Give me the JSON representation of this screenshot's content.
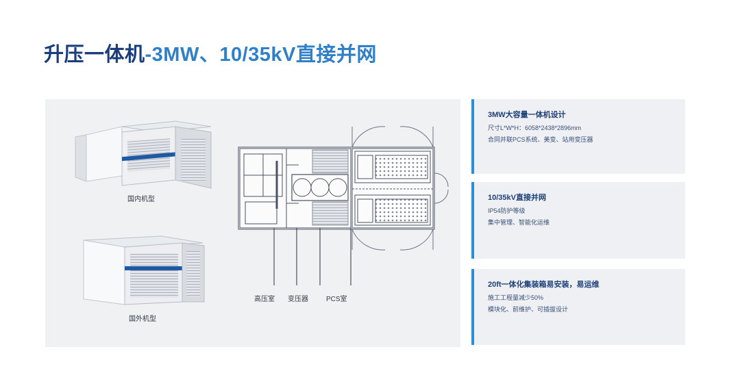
{
  "title": {
    "main": "升压一体机",
    "sub": "-3MW、10/35kV直接并网"
  },
  "figure": {
    "label_domestic": "国内机型",
    "label_overseas": "国外机型",
    "label_hv": "高压室",
    "label_transformer": "变压器",
    "label_pcs": "PCS室"
  },
  "cards": [
    {
      "heading": "3MW大容量一体机设计",
      "lines": [
        "尺寸L*W*H：6058*2438*2896mm",
        "合同并联PCS系统、美变、站用变压器"
      ]
    },
    {
      "heading": "10/35kV直接并网",
      "lines": [
        "IP54防护等级",
        "集中管理、智能化运维"
      ]
    },
    {
      "heading": "20ft一体化集装箱易安装，易运维",
      "lines": [
        "施工工程量减少50%",
        "模块化、前维护、可插拔设计"
      ]
    }
  ],
  "colors": {
    "title_dark": "#1b3d7c",
    "title_light": "#2f80c8",
    "accent_bar": "#2b8fd6",
    "card_bg": "#eef0f3",
    "panel_bg": "#f0f1f3"
  }
}
